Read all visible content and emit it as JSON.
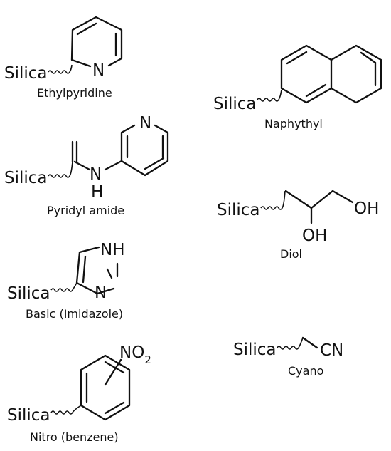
{
  "support_label": "Silica",
  "structures": [
    {
      "id": "ethylpyridine",
      "caption": "Ethylpyridine",
      "atoms": [
        "N"
      ]
    },
    {
      "id": "naphthyl",
      "caption": "Naphythyl",
      "atoms": []
    },
    {
      "id": "pyridyl-amide",
      "caption": "Pyridyl amide",
      "atoms": [
        "N",
        "N",
        "H"
      ]
    },
    {
      "id": "diol",
      "caption": "Diol",
      "atoms": [
        "OH",
        "OH"
      ]
    },
    {
      "id": "imidazole",
      "caption": "Basic (Imidazole)",
      "atoms": [
        "NH",
        "N"
      ]
    },
    {
      "id": "cyano",
      "caption": "Cyano",
      "atoms": [
        "CN"
      ]
    },
    {
      "id": "nitro-benzene",
      "caption": "Nitro (benzene)",
      "atoms": [
        "NO",
        "2"
      ]
    }
  ]
}
